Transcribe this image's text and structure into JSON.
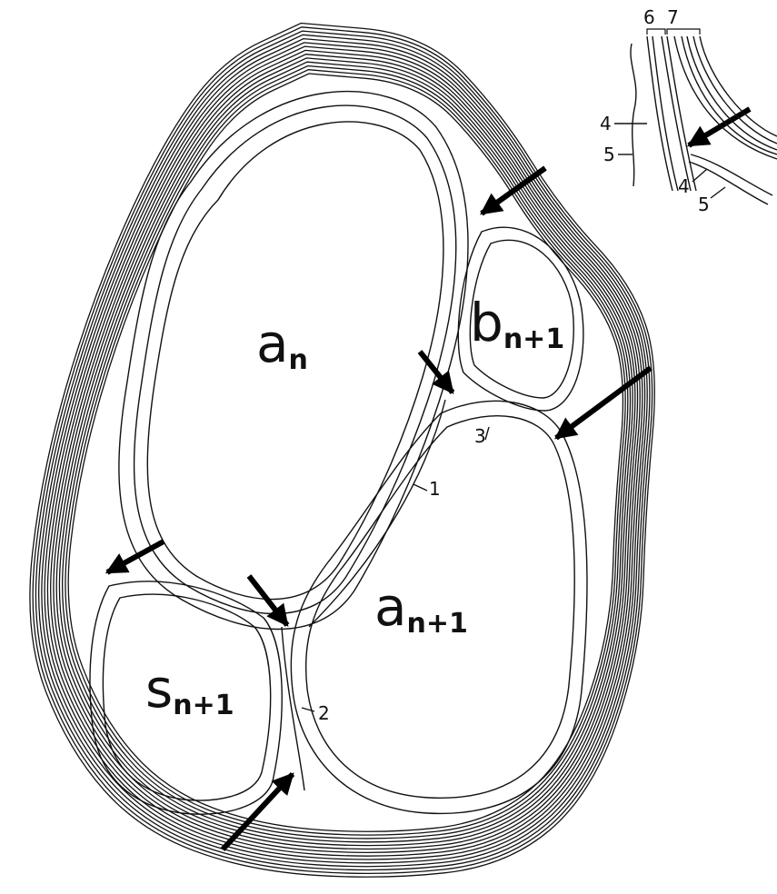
{
  "cells": {
    "an": {
      "base": "a",
      "sub": "n"
    },
    "bn1": {
      "base": "b",
      "sub": "n+1"
    },
    "an1": {
      "base": "a",
      "sub": "n+1"
    },
    "sn1": {
      "base": "s",
      "sub": "n+1"
    }
  },
  "markers": {
    "m1": "1",
    "m2": "2",
    "m3": "3"
  },
  "inset": {
    "bracket_left": "6",
    "bracket_right": "7",
    "l4_upper": "4",
    "l5_upper": "5",
    "l4_lower": "4",
    "l5_lower": "5"
  },
  "colors": {
    "ink": "#111111",
    "background": "#ffffff"
  }
}
